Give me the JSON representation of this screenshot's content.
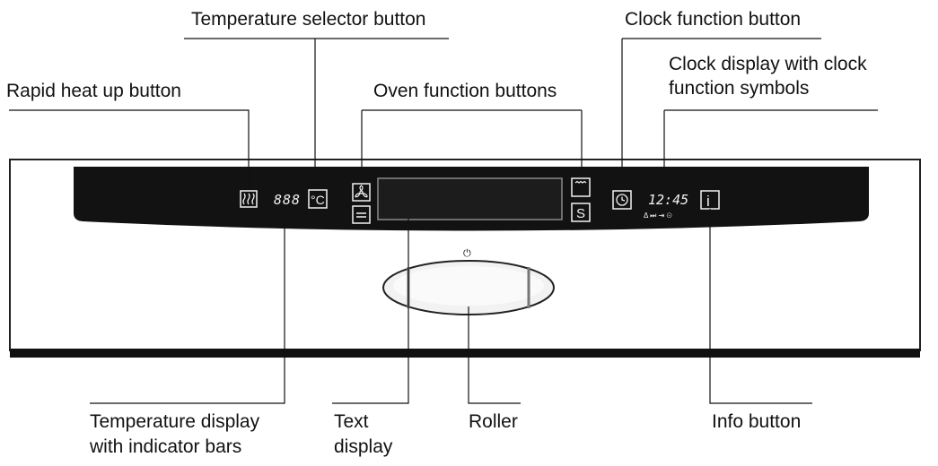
{
  "labels": {
    "temperature_selector": "Temperature selector button",
    "clock_function": "Clock function button",
    "clock_display_line1": "Clock display with clock",
    "clock_display_line2": "function symbols",
    "rapid_heat": "Rapid heat up button",
    "oven_functions": "Oven function buttons",
    "temperature_display_line1": "Temperature display",
    "temperature_display_line2": "with indicator bars",
    "text_display_line1": "Text",
    "text_display_line2": "display",
    "roller": "Roller",
    "info": "Info button"
  },
  "panel": {
    "temperature_digits": "888",
    "celsius_symbol": "°C",
    "clock_time": "12:45",
    "clock_symbols": "Δ ⏭ ⇥ ⊝",
    "info_symbol": "i",
    "s_symbol": "S",
    "power_symbol": "⏻"
  },
  "icons": [
    "rapid-heat-icon",
    "fan-icon",
    "bottom-heat-icon",
    "top-heat-icon",
    "clock-icon",
    "info-icon",
    "power-icon"
  ]
}
